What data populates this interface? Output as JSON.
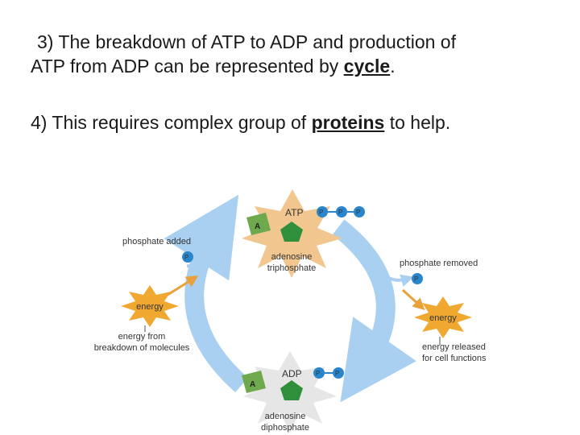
{
  "text": {
    "point3_line1": "3) The breakdown of ATP to ADP and production of",
    "point3_line2_pre": "ATP from ADP can be represented by ",
    "point3_keyword": "cycle",
    "point3_end": ".",
    "point4_pre": "4) This requires complex group of ",
    "point4_keyword": "proteins",
    "point4_post": " to help."
  },
  "diagram": {
    "atp_label": "ATP",
    "adp_label": "ADP",
    "adenine_label": "A",
    "phosphate_label": "P",
    "atp_name_line1": "adenosine",
    "atp_name_line2": "triphosphate",
    "adp_name_line1": "adenosine",
    "adp_name_line2": "diphosphate",
    "phosphate_added": "phosphate added",
    "phosphate_removed": "phosphate removed",
    "energy_label": "energy",
    "energy_from_line1": "energy from",
    "energy_from_line2": "breakdown of molecules",
    "energy_released_line1": "energy released",
    "energy_released_line2": "for cell functions"
  },
  "colors": {
    "arrow_blue": "#a9d0f0",
    "phosphate_blue": "#2a86cc",
    "adenine_green": "#6fa94e",
    "ribose_green": "#2f8f3a",
    "starburst_tan": "#f2c68f",
    "energy_orange": "#e8a23c",
    "energy_burst": "#f0a830"
  }
}
